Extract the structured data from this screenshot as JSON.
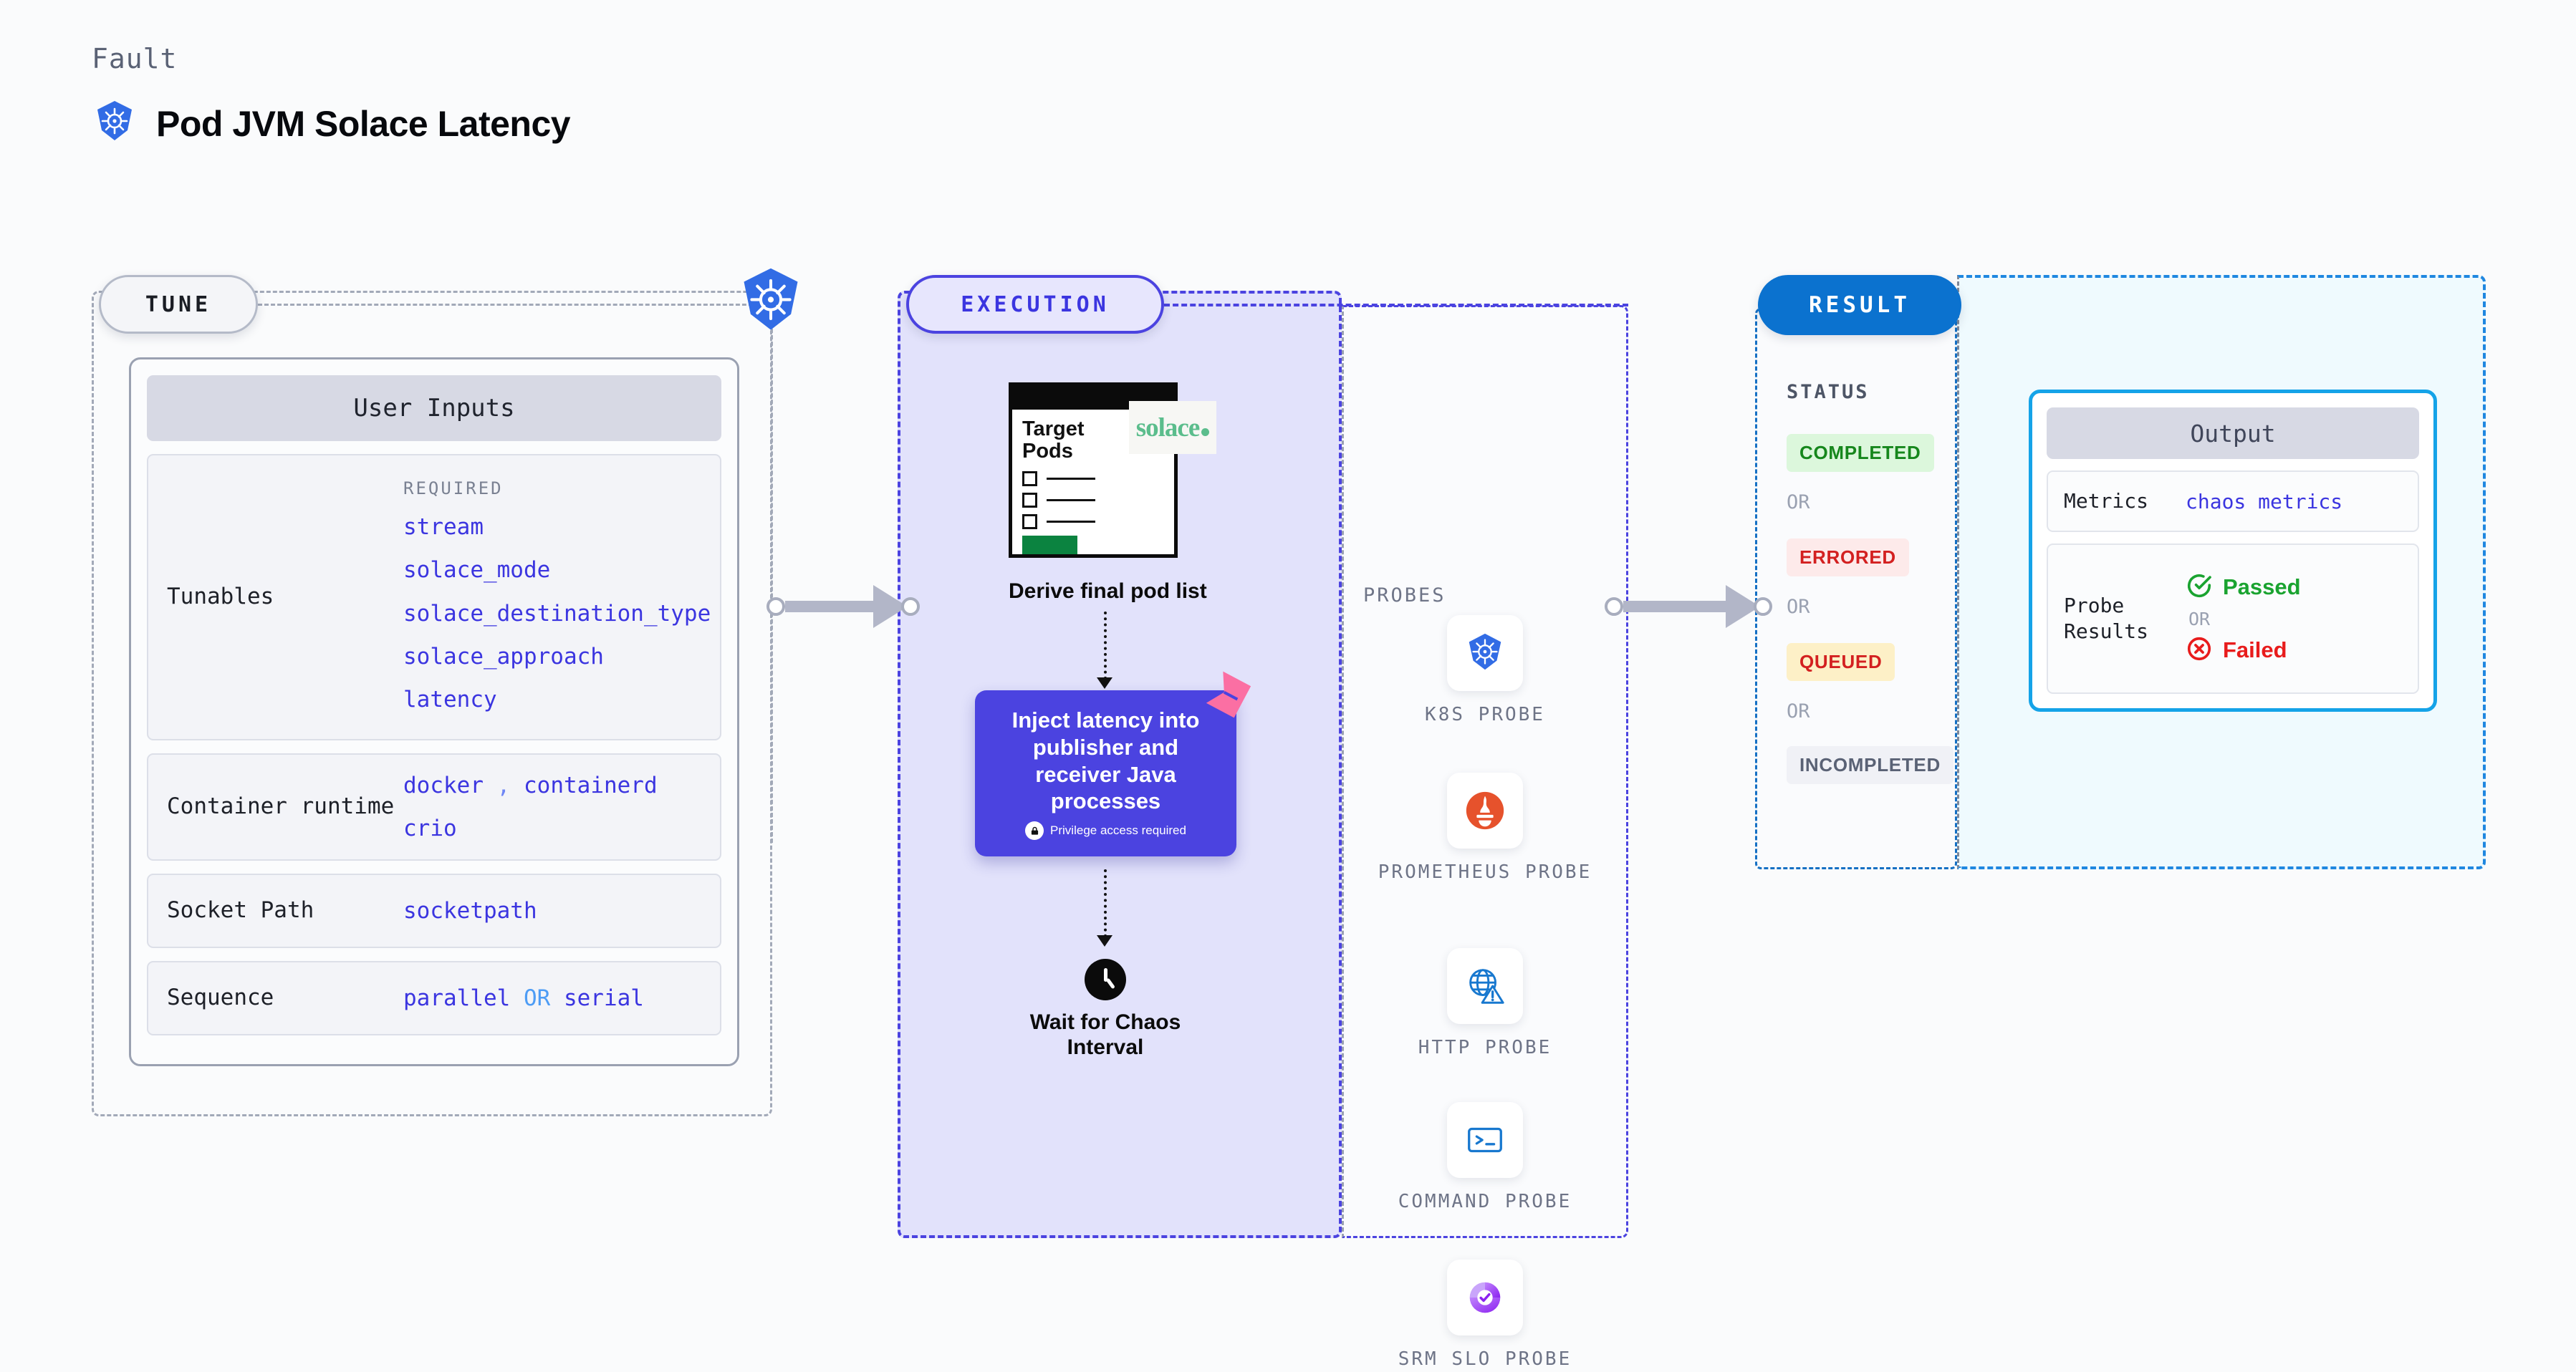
{
  "header": {
    "eyebrow": "Fault",
    "title": "Pod JVM Solace Latency",
    "icon": "kubernetes-icon"
  },
  "tune": {
    "pill_label": "TUNE",
    "boundary_icon": "kubernetes-icon",
    "user_inputs": {
      "header": "User Inputs",
      "rows": [
        {
          "key": "Tunables",
          "required_label": "REQUIRED",
          "values": [
            "stream",
            "solace_mode",
            "solace_destination_type",
            "solace_approach",
            "latency"
          ]
        },
        {
          "key": "Container runtime",
          "values": [
            "docker",
            "containerd",
            "crio"
          ],
          "separator": ","
        },
        {
          "key": "Socket Path",
          "values": [
            "socketpath"
          ]
        },
        {
          "key": "Sequence",
          "values": [
            "parallel",
            "serial"
          ],
          "separator": "OR"
        }
      ]
    }
  },
  "execution": {
    "pill_label": "EXECUTION",
    "steps": {
      "derive": {
        "doc_title_line1": "Target",
        "doc_title_line2": "Pods",
        "brand": "solace",
        "caption": "Derive final pod list"
      },
      "inject": {
        "text": "Inject latency into publisher and receiver Java processes",
        "privilege_note": "Privilege access required",
        "privilege_icon": "lock-icon",
        "ribbon_icon": "ribbon-icon",
        "color": "#4b43e0"
      },
      "wait": {
        "icon": "clock-icon",
        "caption": "Wait for Chaos Interval"
      }
    },
    "probes": {
      "title": "PROBES",
      "items": [
        {
          "label": "K8S PROBE",
          "icon": "kubernetes-icon"
        },
        {
          "label": "PROMETHEUS PROBE",
          "icon": "prometheus-icon"
        },
        {
          "label": "HTTP PROBE",
          "icon": "http-globe-warning-icon"
        },
        {
          "label": "COMMAND PROBE",
          "icon": "terminal-icon"
        },
        {
          "label": "SRM SLO PROBE",
          "icon": "srm-slo-icon"
        }
      ]
    }
  },
  "result": {
    "pill_label": "RESULT",
    "status_label": "STATUS",
    "or_label": "OR",
    "statuses": [
      {
        "label": "COMPLETED",
        "bg": "#dcf7dc",
        "fg": "#16871c"
      },
      {
        "label": "ERRORED",
        "bg": "#fdeaea",
        "fg": "#d32020"
      },
      {
        "label": "QUEUED",
        "bg": "#fdf0c7",
        "fg": "#d32020"
      },
      {
        "label": "INCOMPLETED",
        "bg": "#f0f1f6",
        "fg": "#5a6275"
      }
    ],
    "output": {
      "header": "Output",
      "metrics_key": "Metrics",
      "metrics_value": "chaos metrics",
      "probe_results_key": "Probe Results",
      "passed_label": "Passed",
      "passed_icon": "check-circle-icon",
      "failed_label": "Failed",
      "failed_icon": "x-circle-icon",
      "or_label": "OR"
    }
  },
  "connectors": {
    "tune_to_execution": "arrow-right-icon",
    "execution_to_result": "arrow-right-icon"
  },
  "colors": {
    "accent_purple": "#4b43e0",
    "accent_blue": "#0b72cf",
    "accent_cyan": "#15a3e8",
    "k8s_blue": "#326ce5",
    "solace_green": "#5bbd8c",
    "ribbon_pink": "#fb6fa3"
  }
}
